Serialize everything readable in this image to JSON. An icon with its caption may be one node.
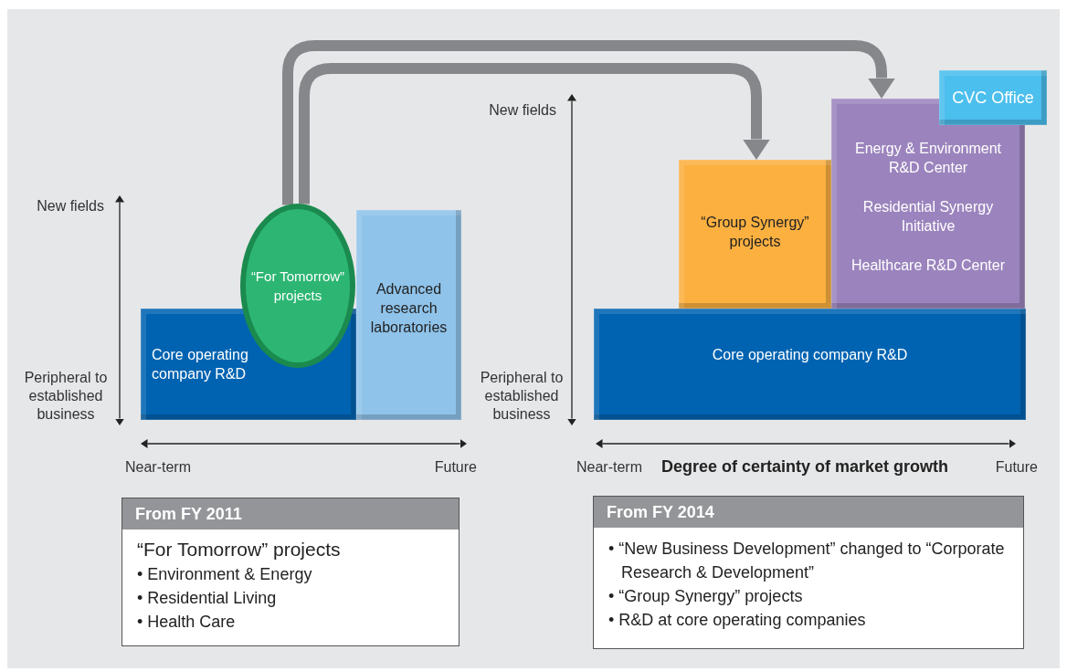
{
  "diagram": {
    "nodes": [
      {
        "text": [
          "Core operating company R&D"
        ]
      },
      {
        "text": [
          "“For Tomorrow” projects"
        ]
      },
      {
        "text": [
          "Advanced research laboratories"
        ]
      },
      {
        "text": [
          "“Group Synergy” projects"
        ]
      },
      {
        "text": [
          "Energy & Environment R&D Center",
          "Residential Synergy Initiative",
          "Healthcare R&D Center"
        ]
      },
      {
        "text": [
          "CVC Office"
        ]
      },
      {
        "text": [
          "Core operating company R&D"
        ]
      },
      {
        "text": [
          "From FY 2011",
          "“For Tomorrow” projects",
          "• Environment & Energy",
          "• Residential Living",
          "• Health Care"
        ]
      },
      {
        "text": [
          "From FY 2014",
          "• “New Business Development” changed to “Corporate Research & Development”",
          "• “Group Synergy” projects",
          "• R&D at core operating companies"
        ]
      }
    ],
    "edges": [
      {
        "from": 1,
        "to": 3,
        "arrow": "to"
      },
      {
        "from": 1,
        "to": 4,
        "arrow": "to"
      }
    ],
    "labels": [
      "New fields",
      "Peripheral to established business",
      "Near-term",
      "Future",
      "New fields",
      "Peripheral to established business",
      "Near-term",
      "Degree of certainty of market growth",
      "Future"
    ]
  }
}
